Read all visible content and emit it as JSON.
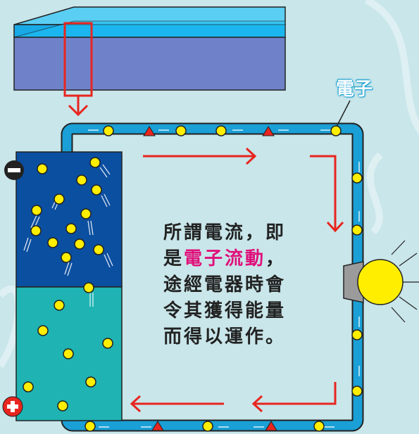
{
  "electron_label": "電子",
  "description": {
    "lines": [
      [
        {
          "text": "所謂電流，即",
          "highlight": false
        }
      ],
      [
        {
          "text": "是",
          "highlight": false
        },
        {
          "text": "電子流動",
          "highlight": true
        },
        {
          "text": "，",
          "highlight": false
        }
      ],
      [
        {
          "text": "途經電器時會",
          "highlight": false
        }
      ],
      [
        {
          "text": "令其獲得能量",
          "highlight": false
        }
      ],
      [
        {
          "text": "而得以運作。",
          "highlight": false
        }
      ]
    ]
  },
  "battery": {
    "negative_symbol": "−",
    "positive_symbol": "+"
  },
  "colors": {
    "background": "#c9e6ea",
    "wire": "#1a9fd6",
    "battery_top": "#0b4fa0",
    "battery_bottom": "#1fb3b3",
    "electron": "#ffee00",
    "arrow": "#e8251f",
    "highlight_text": "#e0107a"
  },
  "icons": [
    "electron-icon",
    "arrow-right-icon",
    "arrow-down-icon",
    "arrow-left-icon",
    "lightbulb-icon",
    "minus-icon",
    "plus-icon",
    "magnifier-frame-icon"
  ]
}
